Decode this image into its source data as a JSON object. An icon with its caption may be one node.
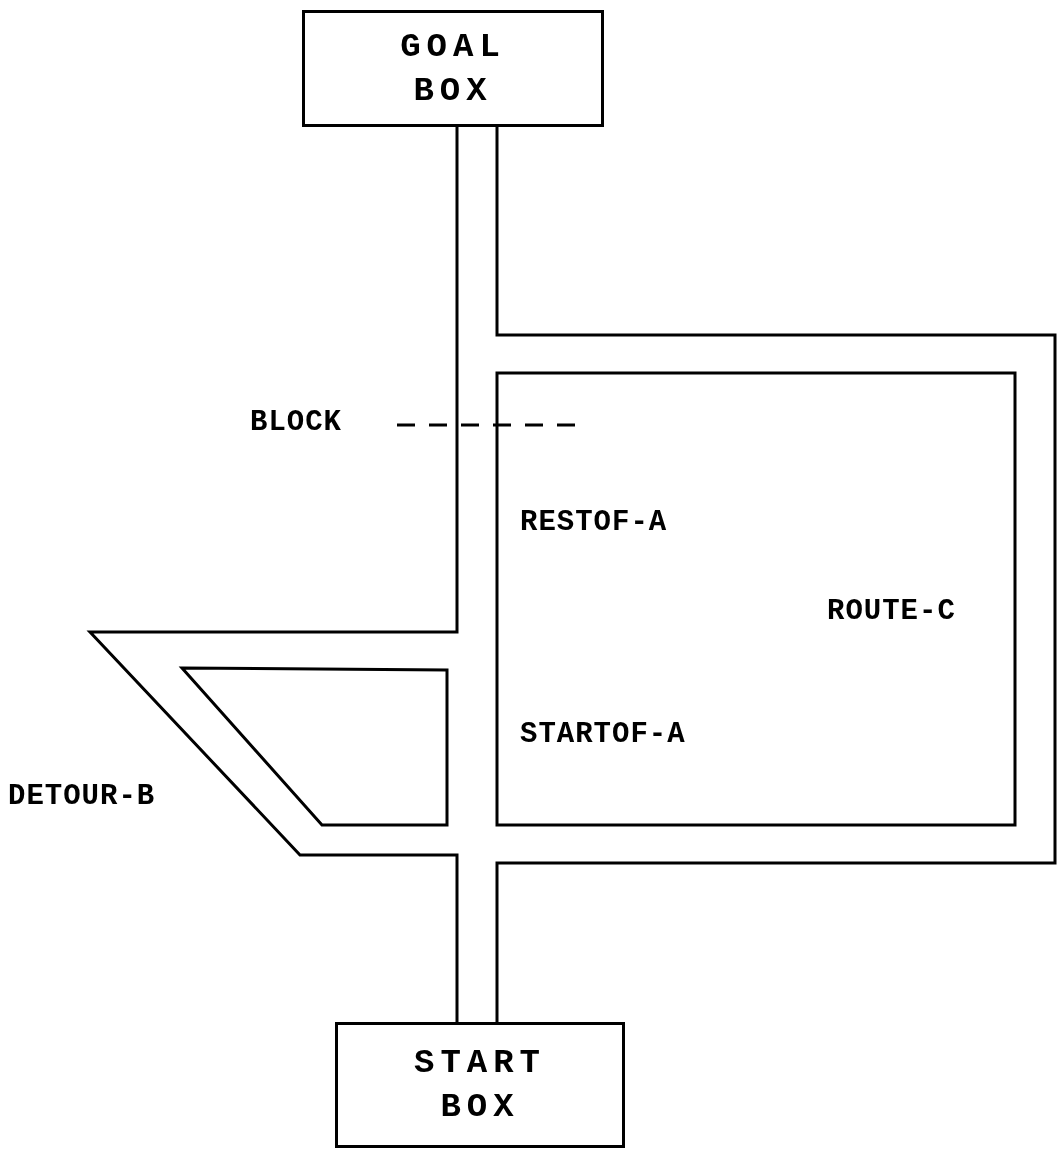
{
  "diagram": {
    "nodes": [
      {
        "text": [
          "GOAL BOX"
        ]
      },
      {
        "text": [
          "START BOX"
        ]
      }
    ],
    "labels": [
      "BLOCK",
      "RESTOF-A",
      "ROUTE-C",
      "STARTOF-A",
      "DETOUR-B"
    ]
  }
}
